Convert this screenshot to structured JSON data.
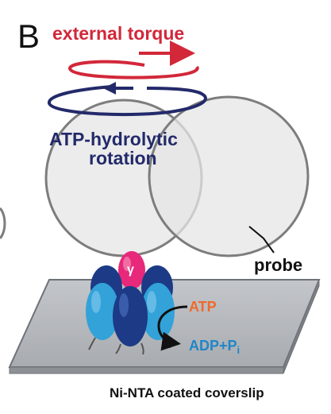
{
  "panel_letter": "B",
  "labels": {
    "external_torque": "external torque",
    "rotation_line1": "ATP-hydrolytic",
    "rotation_line2": "rotation",
    "probe": "probe",
    "gamma": "γ",
    "atp": "ATP",
    "adp_main": "ADP+P",
    "adp_sub": "i",
    "coverslip": "Ni-NTA coated coverslip"
  },
  "colors": {
    "torque": "#d2283a",
    "rotation": "#232a6a",
    "probe_fill": "#e6e6e6",
    "probe_stroke": "#7d7d7d",
    "gamma": "#e8287a",
    "subunit_dark": "#1c3a86",
    "subunit_mid": "#1f74b8",
    "subunit_light": "#32a2d9",
    "atp": "#ee6a2c",
    "adp": "#1f86c8",
    "coverslip_top": "#b9bcc0",
    "coverslip_edge": "#7a7e83"
  }
}
